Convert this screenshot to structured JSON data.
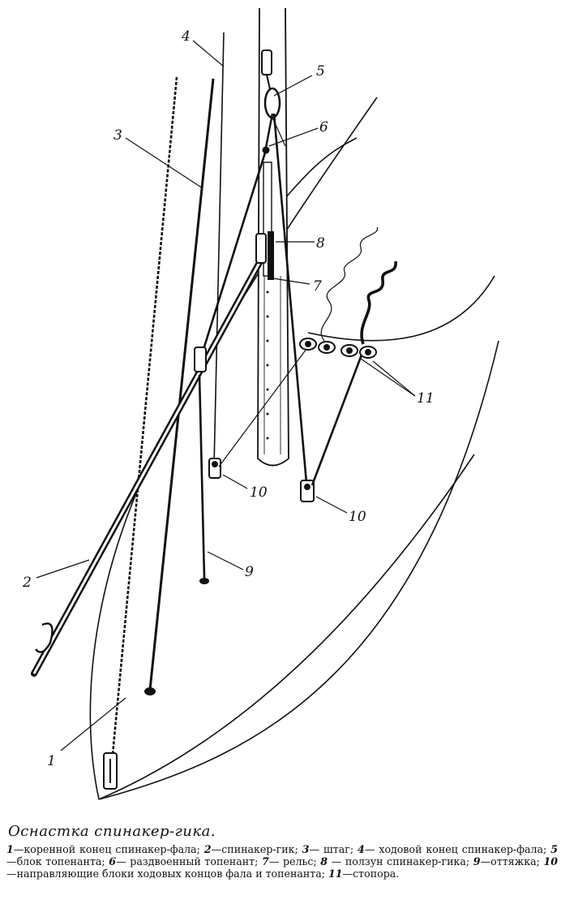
{
  "figure": {
    "labels": {
      "l1": "1",
      "l2": "2",
      "l3": "3",
      "l4": "4",
      "l5": "5",
      "l6": "6",
      "l7": "7",
      "l8": "8",
      "l9": "9",
      "l10a": "10",
      "l10b": "10",
      "l11": "11"
    }
  },
  "caption": {
    "title": "Оснастка спинакер-гика.",
    "items": [
      {
        "num": "1",
        "text": "—коренной конец спинакер-фала; "
      },
      {
        "num": "2",
        "text": "—спинакер-гик; "
      },
      {
        "num": "3",
        "text": "— штаг; "
      },
      {
        "num": "4",
        "text": "— ходовой конец спинакер-фала; "
      },
      {
        "num": "5",
        "text": "—блок топенанта; "
      },
      {
        "num": "6",
        "text": "— раздвоенный топенант; "
      },
      {
        "num": "7",
        "text": "— рельс; "
      },
      {
        "num": "8",
        "text": " — ползун спинакер-гика; "
      },
      {
        "num": "9",
        "text": "—оттяжка; "
      },
      {
        "num": "10",
        "text": "—направляющие блоки ходовых концов фала и топенанта; "
      },
      {
        "num": "11",
        "text": "—стопора."
      }
    ]
  }
}
